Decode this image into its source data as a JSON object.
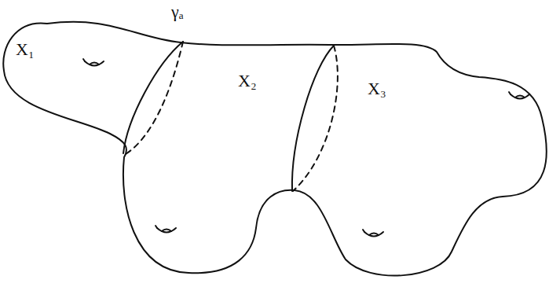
{
  "diagram": {
    "labels": [
      "γₐ",
      "X₁",
      "X₂",
      "X₃"
    ]
  }
}
